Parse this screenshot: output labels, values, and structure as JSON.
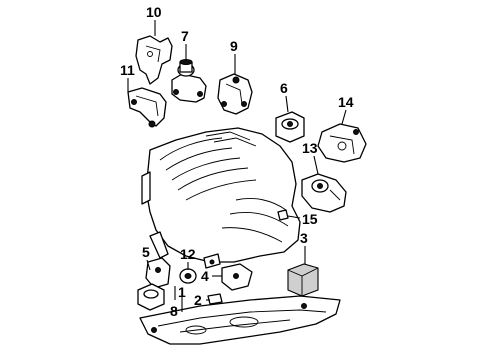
{
  "callouts": [
    {
      "id": "c1",
      "text": "1"
    },
    {
      "id": "c2",
      "text": "2"
    },
    {
      "id": "c3",
      "text": "3"
    },
    {
      "id": "c4",
      "text": "4"
    },
    {
      "id": "c5",
      "text": "5"
    },
    {
      "id": "c6",
      "text": "6"
    },
    {
      "id": "c7",
      "text": "7"
    },
    {
      "id": "c8",
      "text": "8"
    },
    {
      "id": "c9",
      "text": "9"
    },
    {
      "id": "c10",
      "text": "10"
    },
    {
      "id": "c11",
      "text": "11"
    },
    {
      "id": "c12",
      "text": "12"
    },
    {
      "id": "c13",
      "text": "13"
    },
    {
      "id": "c14",
      "text": "14"
    },
    {
      "id": "c15",
      "text": "15"
    }
  ]
}
